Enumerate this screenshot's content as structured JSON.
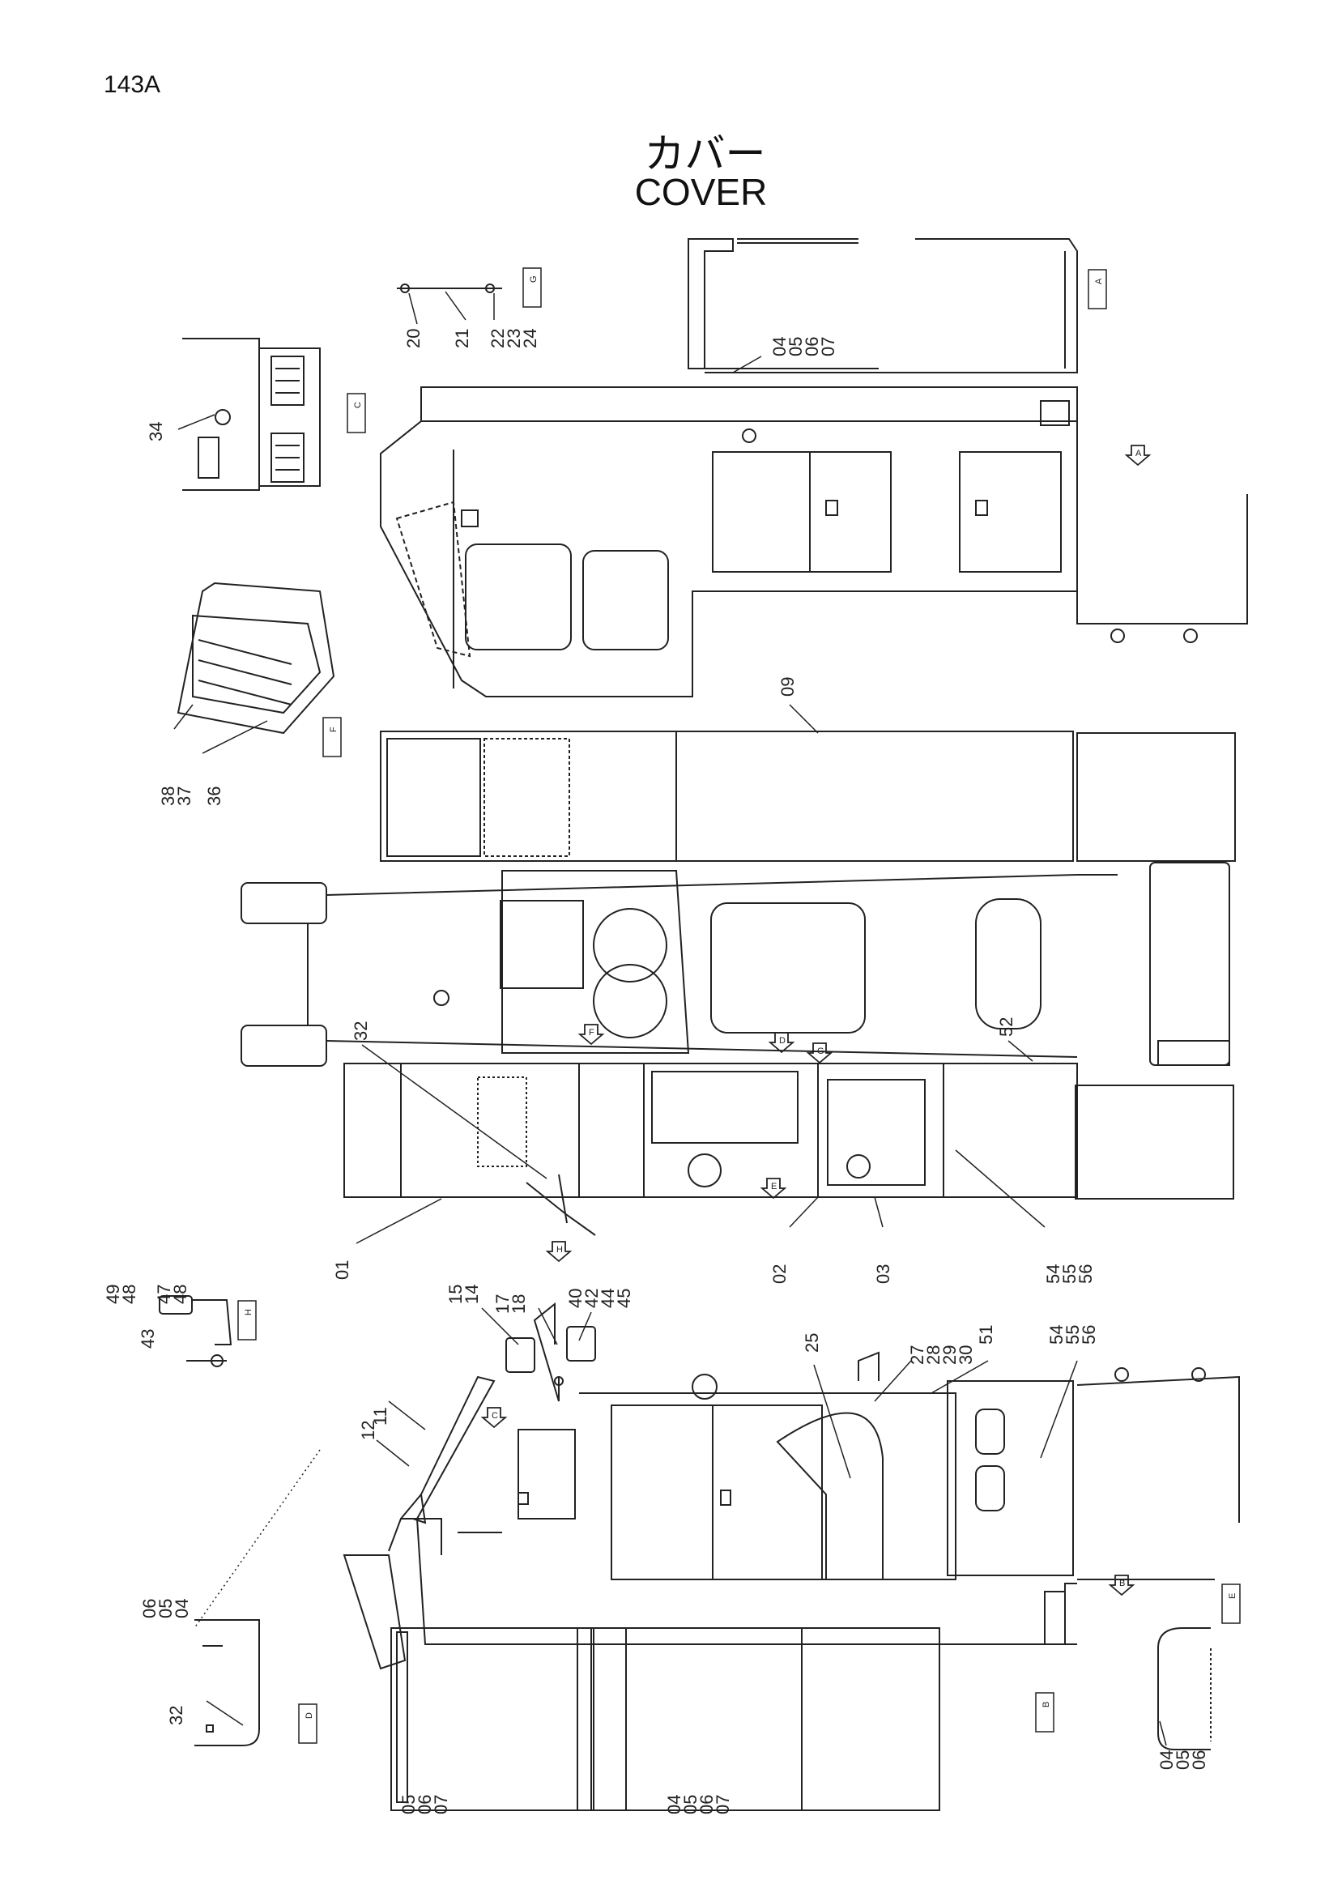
{
  "page": {
    "number": "143A"
  },
  "title": {
    "jp": "カバー",
    "en": "COVER"
  },
  "callouts": [
    {
      "id": "c20",
      "text": "20"
    },
    {
      "id": "c21",
      "text": "21"
    },
    {
      "id": "c22",
      "text": "22"
    },
    {
      "id": "c23",
      "text": "23"
    },
    {
      "id": "c24",
      "text": "24"
    },
    {
      "id": "c04a",
      "text": "04"
    },
    {
      "id": "c05a",
      "text": "05"
    },
    {
      "id": "c06a",
      "text": "06"
    },
    {
      "id": "c07a",
      "text": "07"
    },
    {
      "id": "c34",
      "text": "34"
    },
    {
      "id": "c38",
      "text": "38"
    },
    {
      "id": "c37",
      "text": "37"
    },
    {
      "id": "c36",
      "text": "36"
    },
    {
      "id": "c09",
      "text": "09"
    },
    {
      "id": "c32a",
      "text": "32"
    },
    {
      "id": "c52",
      "text": "52"
    },
    {
      "id": "c01",
      "text": "01"
    },
    {
      "id": "c02",
      "text": "02"
    },
    {
      "id": "c03",
      "text": "03"
    },
    {
      "id": "c54a",
      "text": "54"
    },
    {
      "id": "c55a",
      "text": "55"
    },
    {
      "id": "c56a",
      "text": "56"
    },
    {
      "id": "c49",
      "text": "49"
    },
    {
      "id": "c48a",
      "text": "48"
    },
    {
      "id": "c47",
      "text": "47"
    },
    {
      "id": "c48b",
      "text": "48"
    },
    {
      "id": "c43",
      "text": "43"
    },
    {
      "id": "c15",
      "text": "15"
    },
    {
      "id": "c14",
      "text": "14"
    },
    {
      "id": "c17",
      "text": "17"
    },
    {
      "id": "c18",
      "text": "18"
    },
    {
      "id": "c40",
      "text": "40"
    },
    {
      "id": "c42",
      "text": "42"
    },
    {
      "id": "c44",
      "text": "44"
    },
    {
      "id": "c45",
      "text": "45"
    },
    {
      "id": "c27",
      "text": "27"
    },
    {
      "id": "c28",
      "text": "28"
    },
    {
      "id": "c29",
      "text": "29"
    },
    {
      "id": "c30",
      "text": "30"
    },
    {
      "id": "c25",
      "text": "25"
    },
    {
      "id": "c51",
      "text": "51"
    },
    {
      "id": "c54b",
      "text": "54"
    },
    {
      "id": "c55b",
      "text": "55"
    },
    {
      "id": "c56b",
      "text": "56"
    },
    {
      "id": "c11",
      "text": "11"
    },
    {
      "id": "c12",
      "text": "12"
    },
    {
      "id": "c06b",
      "text": "06"
    },
    {
      "id": "c05b",
      "text": "05"
    },
    {
      "id": "c04b",
      "text": "04"
    },
    {
      "id": "c32b",
      "text": "32"
    },
    {
      "id": "c05c",
      "text": "05"
    },
    {
      "id": "c06c",
      "text": "06"
    },
    {
      "id": "c07c",
      "text": "07"
    },
    {
      "id": "c04d",
      "text": "04"
    },
    {
      "id": "c05d",
      "text": "05"
    },
    {
      "id": "c06d",
      "text": "06"
    },
    {
      "id": "c07d",
      "text": "07"
    },
    {
      "id": "c04e",
      "text": "04"
    },
    {
      "id": "c05e",
      "text": "05"
    },
    {
      "id": "c06e",
      "text": "06"
    }
  ],
  "view_refs": [
    {
      "id": "vA",
      "letter": "A"
    },
    {
      "id": "vB",
      "letter": "B"
    },
    {
      "id": "vC",
      "letter": "C"
    },
    {
      "id": "vD",
      "letter": "D"
    },
    {
      "id": "vE",
      "letter": "E"
    },
    {
      "id": "vF",
      "letter": "F"
    },
    {
      "id": "vG",
      "letter": "G"
    },
    {
      "id": "vH",
      "letter": "H"
    }
  ],
  "arrow_marks": [
    {
      "id": "aA",
      "letter": "A"
    },
    {
      "id": "aB",
      "letter": "B"
    },
    {
      "id": "aC",
      "letter": "C"
    },
    {
      "id": "aD",
      "letter": "D"
    },
    {
      "id": "aE",
      "letter": "E"
    },
    {
      "id": "aF",
      "letter": "F"
    },
    {
      "id": "aG",
      "letter": "G"
    },
    {
      "id": "aH",
      "letter": "H"
    }
  ]
}
